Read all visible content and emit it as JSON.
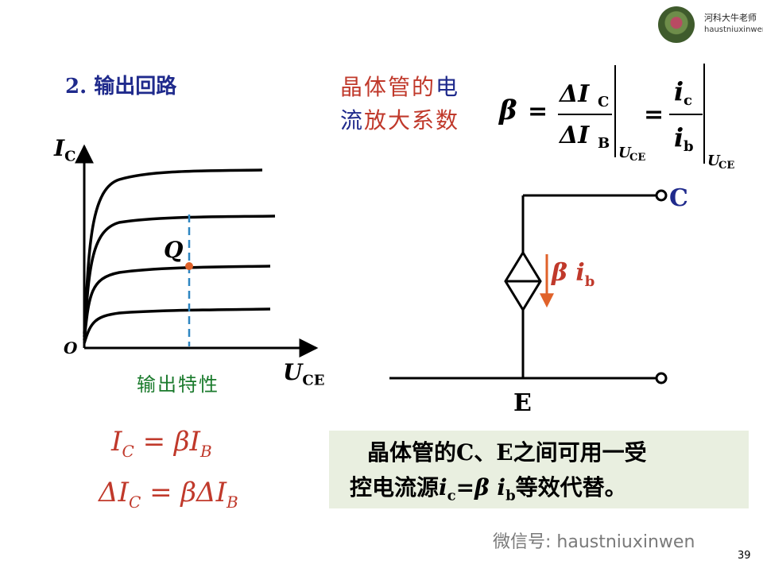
{
  "brand": {
    "name_cn": "河科大牛老师",
    "name_en": "haustniuxinwen"
  },
  "section_title": "2. 输出回路",
  "beta_definition": {
    "line1_red": "晶体管的",
    "line1_blue": "电",
    "line2_blue": "流",
    "line2_red": "放大系数",
    "formula_symbol": "β",
    "numerator1": "ΔI",
    "numerator1_sub": "C",
    "denominator1": "ΔI",
    "denominator1_sub": "B",
    "condition": "U",
    "condition_sub": "CE",
    "numerator2": "i",
    "numerator2_sub": "c",
    "denominator2": "i",
    "denominator2_sub": "b"
  },
  "graph": {
    "y_axis_label": "I",
    "y_axis_sub": "C",
    "x_axis_label": "U",
    "x_axis_sub": "CE",
    "origin_label": "O",
    "q_point_label": "Q",
    "caption": "输出特性"
  },
  "formulas": {
    "f1_lhs": "I",
    "f1_lhs_sub": "C",
    "f1_rhs": "= βI",
    "f1_rhs_sub": "B",
    "f2_lhs": "ΔI",
    "f2_lhs_sub": "C",
    "f2_rhs": "= βΔI",
    "f2_rhs_sub": "B"
  },
  "circuit": {
    "collector_label": "C",
    "emitter_label": "E",
    "source_symbol": "β i",
    "source_sub": "b"
  },
  "note": {
    "line1": "晶体管的C、E之间可用一受",
    "line2_a": "控电流源",
    "line2_i": "i",
    "line2_isub": "c",
    "line2_eq": "=β i",
    "line2_bsub": "b",
    "line2_b": "等效代替。"
  },
  "watermark": "微信号: haustniuxinwen",
  "page_number": "39",
  "colors": {
    "red": "#c0392b",
    "blue": "#1f2a8c",
    "green": "#1a7a2c",
    "orange_arrow": "#e0622a",
    "q_dot": "#e0622a",
    "dashed": "#2e86c1",
    "box": "#e9efe0"
  }
}
